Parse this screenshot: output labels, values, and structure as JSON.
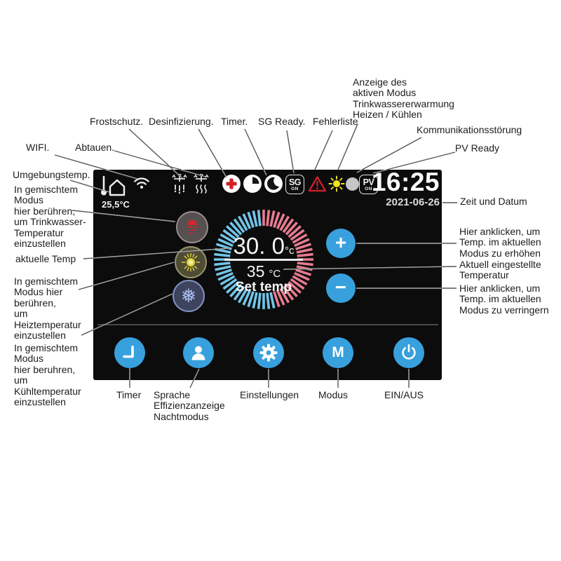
{
  "colors": {
    "accent_blue": "#38a0dc",
    "dial_blue": "#72c5e9",
    "dial_red": "#e87b8f",
    "warning_red": "#c8202a",
    "sun_yellow": "#f0e428"
  },
  "callouts": {
    "wifi": "WIFI.",
    "ambient": "Umgebungstemp.",
    "frost": "Frostschutz.",
    "defrost": "Abtauen.",
    "disinfect": "Desinfizierung.",
    "timer": "Timer.",
    "sg_ready": "SG Ready.",
    "error_list": "Fehlerliste",
    "active_mode": "Anzeige des\naktiven Modus\nTrinkwassererwarmung\nHeizen / Kühlen",
    "comm_error": "Kommunikationsstörung",
    "pv_ready": "PV Ready",
    "time_date": "Zeit und Datum",
    "increase": "Hier anklicken, um\nTemp. im aktuellen\n Modus zu erhöhen",
    "current_set": "Aktuell eingestellte\nTemperatur",
    "decrease": "Hier anklicken, um\nTemp. im aktuellen\n Modus zu verringern",
    "mixed_dhw": "In gemischtem\nModus\nhier berühren,\num Trinkwasser-\nTemperatur\n einzustellen",
    "current_temp": "aktuelle Temp",
    "mixed_heat": "In gemischtem\nModus hier\nberühren,\num\nHeiztemperatur\n einzustellen",
    "mixed_cool": "In gemischtem\nModus\nhier beruhren,\num\nKühltemperatur\n einzustellen"
  },
  "button_labels": {
    "timer": "Timer",
    "user": "Sprache\nEffizienzanzeige\nNachtmodus",
    "settings": "Einstellungen",
    "mode": "Modus",
    "onoff": "EIN/AUS"
  },
  "panel": {
    "ambient_temp": "25,5°C",
    "time": "16:25",
    "date": "2021-06-26",
    "current_temp": "30. 0",
    "current_temp_unit": "°c",
    "set_temp": "35",
    "set_temp_unit": "°C",
    "set_temp_caption": "Set temp",
    "sg_badge_top": "SG",
    "sg_badge_on": "ON",
    "pv_badge_top": "PV",
    "pv_badge_on": "ON",
    "plus": "+",
    "minus": "−",
    "mode_letter": "M"
  }
}
